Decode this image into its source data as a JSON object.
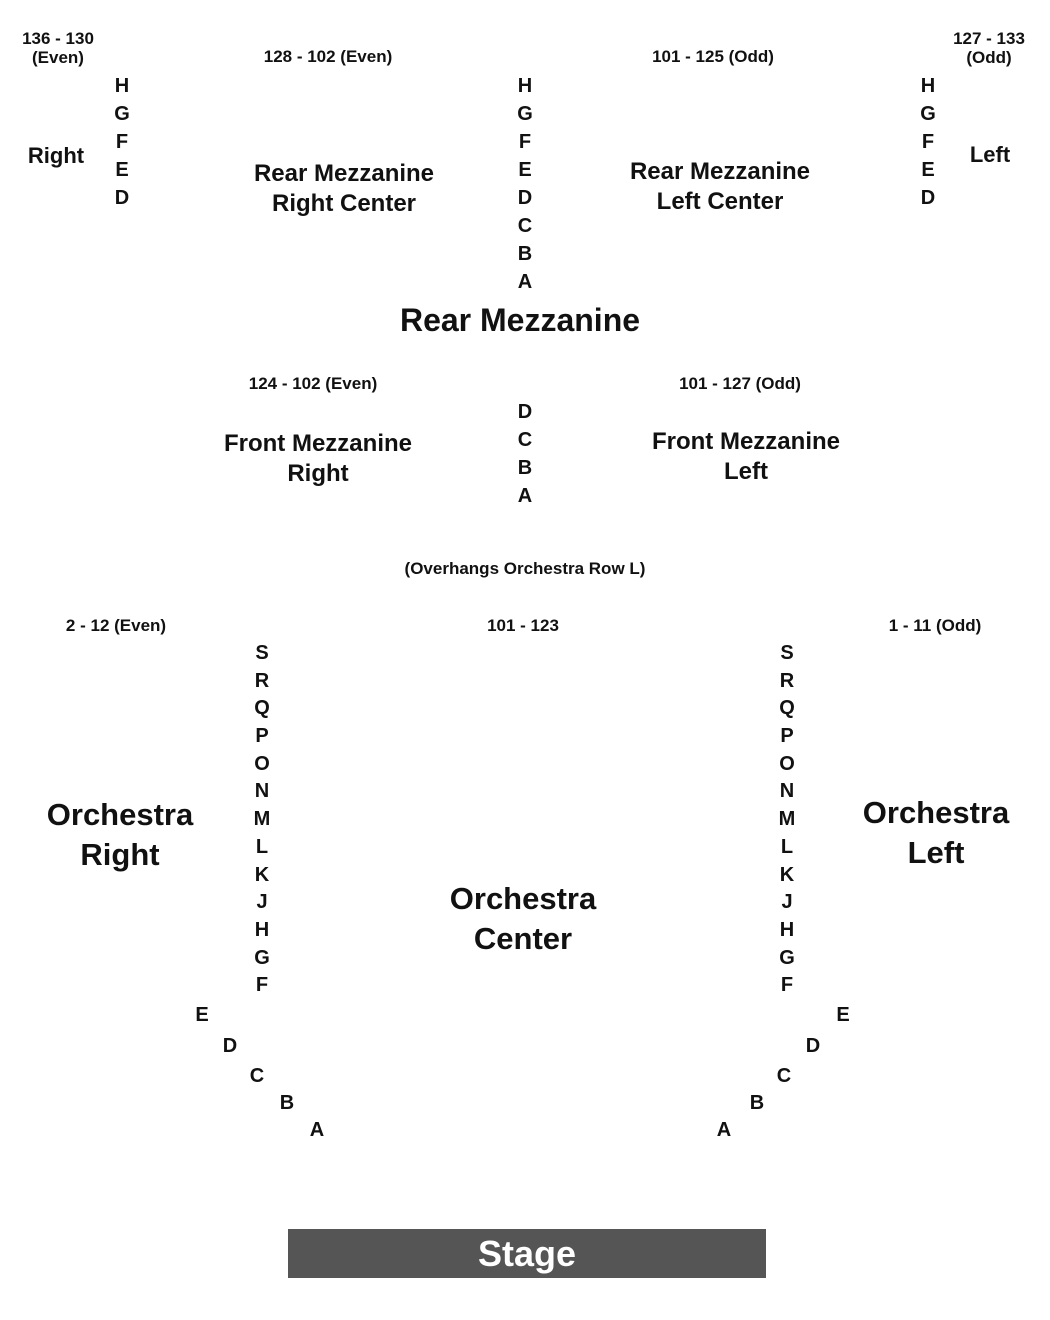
{
  "rear_mezzanine": {
    "title": "Rear Mezzanine",
    "far_right": {
      "seats_line1": "136 - 130",
      "seats_line2": "(Even)",
      "label": "Right",
      "rows": [
        "H",
        "G",
        "F",
        "E",
        "D"
      ]
    },
    "right_center": {
      "seats": "128 - 102 (Even)",
      "label_line1": "Rear Mezzanine",
      "label_line2": "Right Center"
    },
    "center_rows": [
      "H",
      "G",
      "F",
      "E",
      "D",
      "C",
      "B",
      "A"
    ],
    "left_center": {
      "seats": "101 - 125 (Odd)",
      "label_line1": "Rear Mezzanine",
      "label_line2": "Left Center"
    },
    "far_left": {
      "seats_line1": "127 - 133",
      "seats_line2": "(Odd)",
      "label": "Left",
      "rows": [
        "H",
        "G",
        "F",
        "E",
        "D"
      ]
    }
  },
  "front_mezzanine": {
    "right": {
      "seats": "124 - 102 (Even)",
      "label_line1": "Front Mezzanine",
      "label_line2": "Right"
    },
    "rows": [
      "D",
      "C",
      "B",
      "A"
    ],
    "left": {
      "seats": "101 - 127 (Odd)",
      "label_line1": "Front Mezzanine",
      "label_line2": "Left"
    },
    "note": "(Overhangs Orchestra Row L)"
  },
  "orchestra": {
    "right": {
      "seats": "2 - 12 (Even)",
      "label_line1": "Orchestra",
      "label_line2": "Right"
    },
    "center": {
      "seats": "101 - 123",
      "label_line1": "Orchestra",
      "label_line2": "Center"
    },
    "left": {
      "seats": "1 - 11 (Odd)",
      "label_line1": "Orchestra",
      "label_line2": "Left"
    },
    "rows_straight": [
      "S",
      "R",
      "Q",
      "P",
      "O",
      "N",
      "M",
      "L",
      "K",
      "J",
      "H",
      "G",
      "F"
    ],
    "rows_curved": [
      "E",
      "D",
      "C",
      "B",
      "A"
    ]
  },
  "stage": {
    "label": "Stage",
    "color": "#555555"
  }
}
